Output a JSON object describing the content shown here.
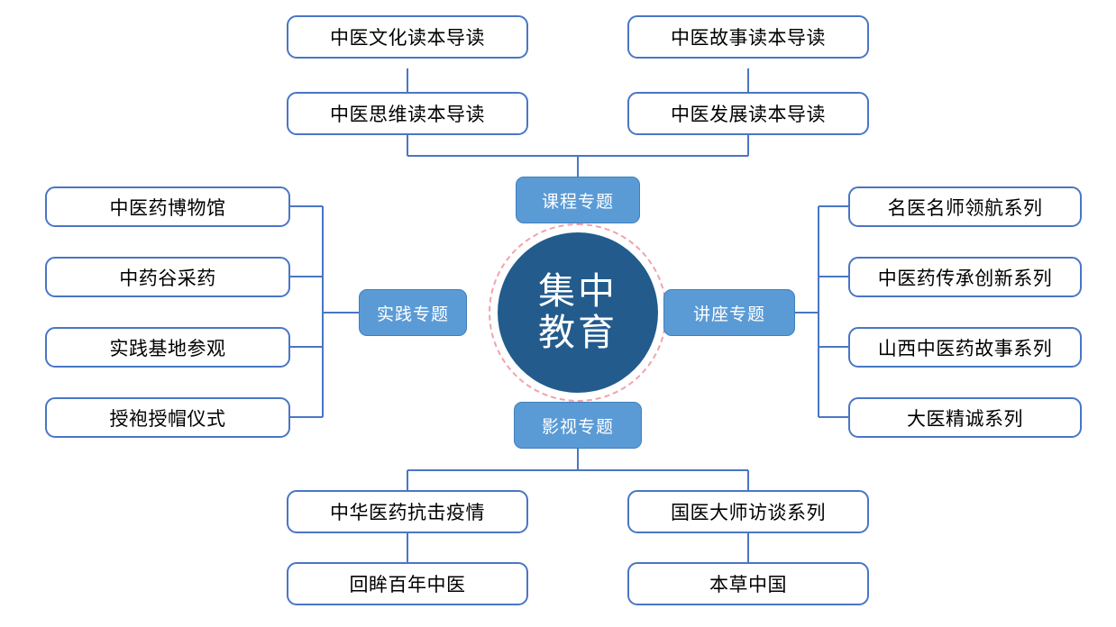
{
  "center": {
    "title_line1": "集中",
    "title_line2": "教育",
    "fill_color": "#235b8c",
    "ring_color": "#f2a3ad"
  },
  "theme": {
    "branch_fill": "#5b9bd5",
    "node_border": "#4a76c4",
    "connector_color": "#4a76c4",
    "node_fill": "#ffffff",
    "text_color": "#000000"
  },
  "branches": [
    {
      "id": "course",
      "label": "课程专题",
      "position": "top",
      "items": [
        {
          "label": "中医文化读本导读",
          "column": "left",
          "row": 1
        },
        {
          "label": "中医思维读本导读",
          "column": "left",
          "row": 2
        },
        {
          "label": "中医故事读本导读",
          "column": "right",
          "row": 1
        },
        {
          "label": "中医发展读本导读",
          "column": "right",
          "row": 2
        }
      ]
    },
    {
      "id": "practice",
      "label": "实践专题",
      "position": "left",
      "items": [
        {
          "label": "中医药博物馆",
          "row": 1
        },
        {
          "label": "中药谷采药",
          "row": 2
        },
        {
          "label": "实践基地参观",
          "row": 3
        },
        {
          "label": "授袍授帽仪式",
          "row": 4
        }
      ]
    },
    {
      "id": "lecture",
      "label": "讲座专题",
      "position": "right",
      "items": [
        {
          "label": "名医名师领航系列",
          "row": 1
        },
        {
          "label": "中医药传承创新系列",
          "row": 2
        },
        {
          "label": "山西中医药故事系列",
          "row": 3
        },
        {
          "label": "大医精诚系列",
          "row": 4
        }
      ]
    },
    {
      "id": "media",
      "label": "影视专题",
      "position": "bottom",
      "items": [
        {
          "label": "中华医药抗击疫情",
          "column": "left",
          "row": 1
        },
        {
          "label": "回眸百年中医",
          "column": "left",
          "row": 2
        },
        {
          "label": "国医大师访谈系列",
          "column": "right",
          "row": 1
        },
        {
          "label": "本草中国",
          "column": "right",
          "row": 2
        }
      ]
    }
  ]
}
